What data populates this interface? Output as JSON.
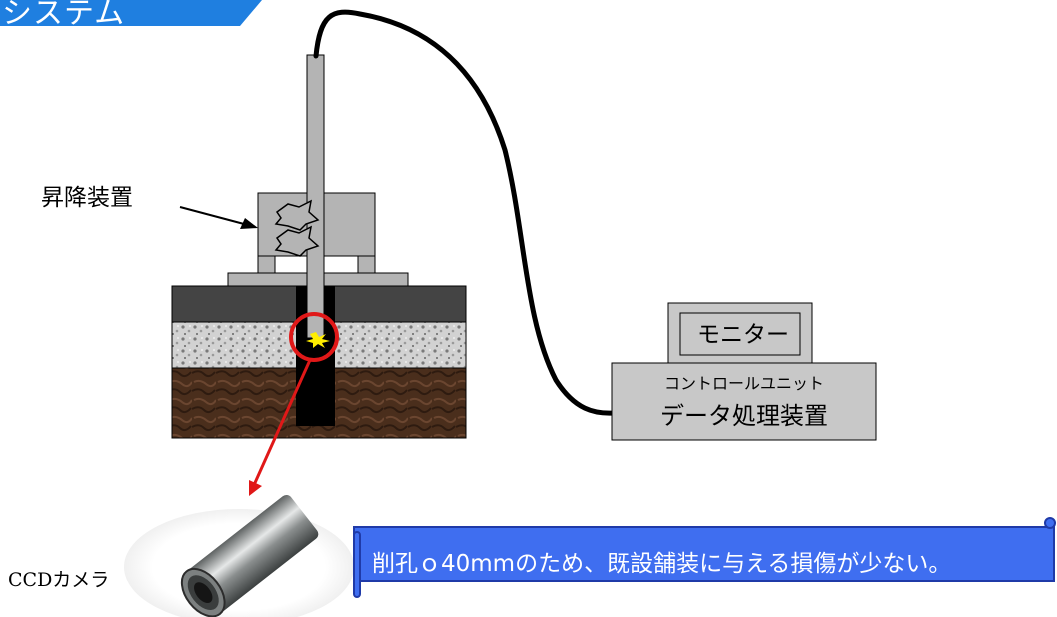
{
  "title": "システム",
  "labels": {
    "lifting_device": "昇降装置",
    "ccd_camera": "CCDカメラ",
    "monitor": "モニター",
    "control_unit": "コントロールユニット",
    "data_processor": "データ処理装置"
  },
  "banner": {
    "text": "削孔ｏ40mmのため、既設舗装に与える損傷が少ない。"
  },
  "colors": {
    "title_tab": "#1f7fe0",
    "banner_fill": "#3f6ef0",
    "banner_edge": "#1f3aa8",
    "device_gray": "#b4b4b4",
    "soil": "#4a2e1c",
    "gravel": "#c8c8c8",
    "asphalt": "#444444",
    "highlight_red": "#e01818",
    "light_yellow": "#ffee00"
  }
}
